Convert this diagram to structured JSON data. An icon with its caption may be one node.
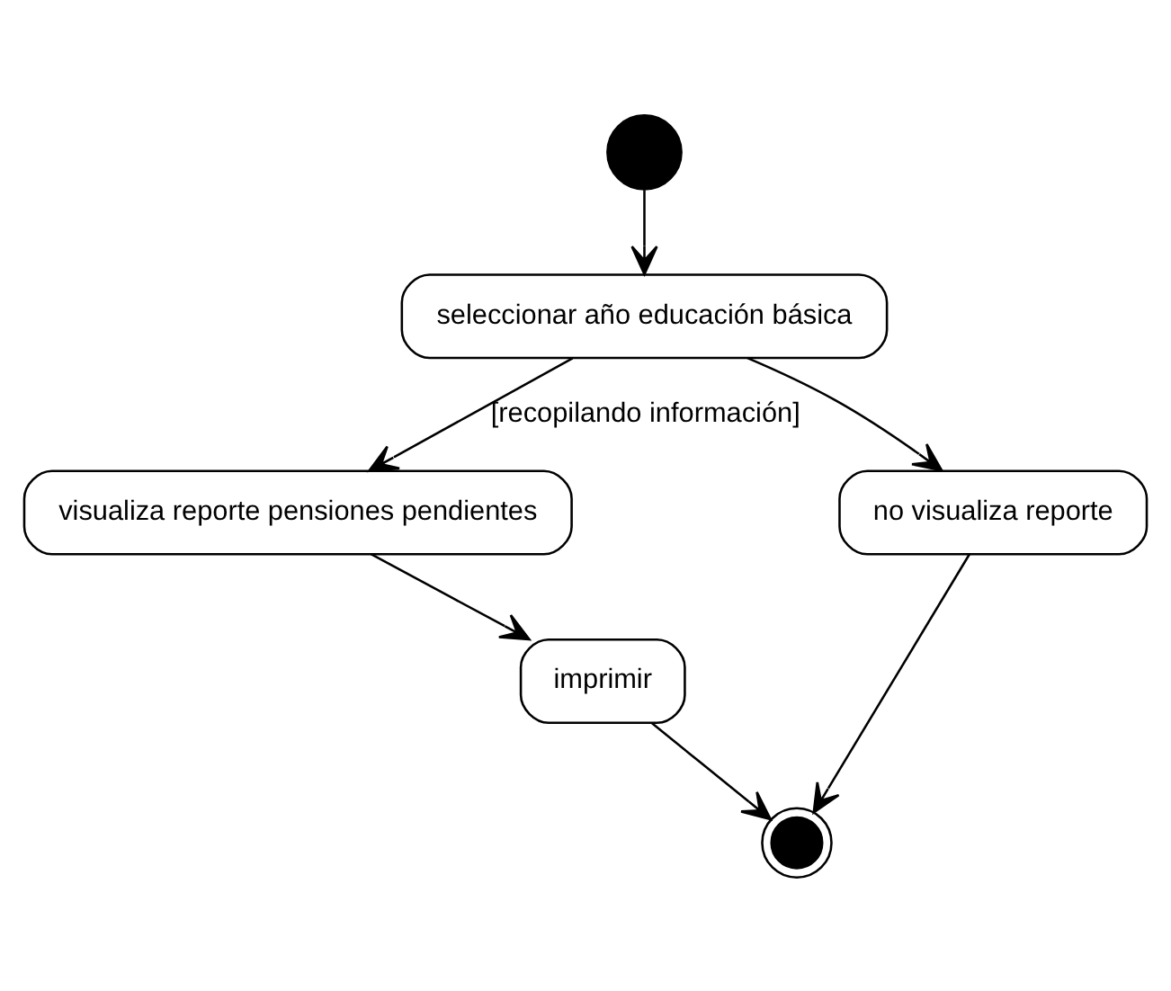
{
  "diagram": {
    "nodes": [
      {
        "text": [],
        "shape": "circle"
      },
      {
        "text": [
          "seleccionar año educación básica"
        ]
      },
      {
        "text": [
          "no visualiza reporte"
        ]
      },
      {
        "text": [
          "visualiza reporte pensiones pendientes"
        ]
      },
      {
        "text": [
          "imprimir"
        ]
      },
      {
        "text": [],
        "shape": "circle"
      }
    ],
    "edges": [
      {
        "from": 0,
        "to": 1,
        "arrow": "to"
      },
      {
        "from": 1,
        "to": 3,
        "arrow": "to",
        "label": "[recopilando información]"
      },
      {
        "from": 1,
        "to": 2,
        "arrow": "to"
      },
      {
        "from": 3,
        "to": 4,
        "arrow": "to"
      },
      {
        "from": 4,
        "to": 5,
        "arrow": "to"
      },
      {
        "from": 2,
        "to": 5,
        "arrow": "to"
      }
    ]
  }
}
